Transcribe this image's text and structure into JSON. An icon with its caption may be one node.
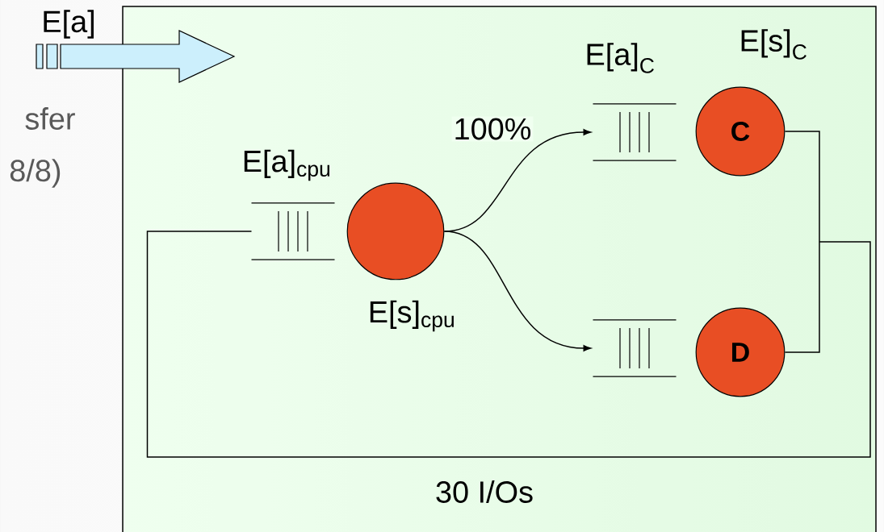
{
  "diagram": {
    "nodes": [
      {
        "text": [],
        "shape": "queue",
        "beside": [
          "E[a]$_{cpu}$"
        ]
      },
      {
        "text": [],
        "shape": "circle",
        "beside": [
          "E[s]$_{cpu}$"
        ]
      },
      {
        "text": [],
        "shape": "queue",
        "beside": [
          "E[a]$_{C}$"
        ]
      },
      {
        "text": [
          "C"
        ],
        "beside": [
          "E[s]$_{C}$"
        ]
      },
      {
        "text": [],
        "shape": "queue"
      },
      {
        "text": [
          "D"
        ]
      }
    ],
    "edges": [
      {
        "from": 1,
        "to": 2,
        "arrow": "to",
        "label": "100%"
      },
      {
        "from": 1,
        "to": 4,
        "arrow": "to"
      },
      {
        "from": 3,
        "to": 0,
        "arrow": "none"
      },
      {
        "from": 5,
        "to": 0,
        "arrow": "none"
      }
    ],
    "labels": [
      "E[a]",
      "sfer",
      "8/8)",
      "30 I/Os"
    ]
  }
}
